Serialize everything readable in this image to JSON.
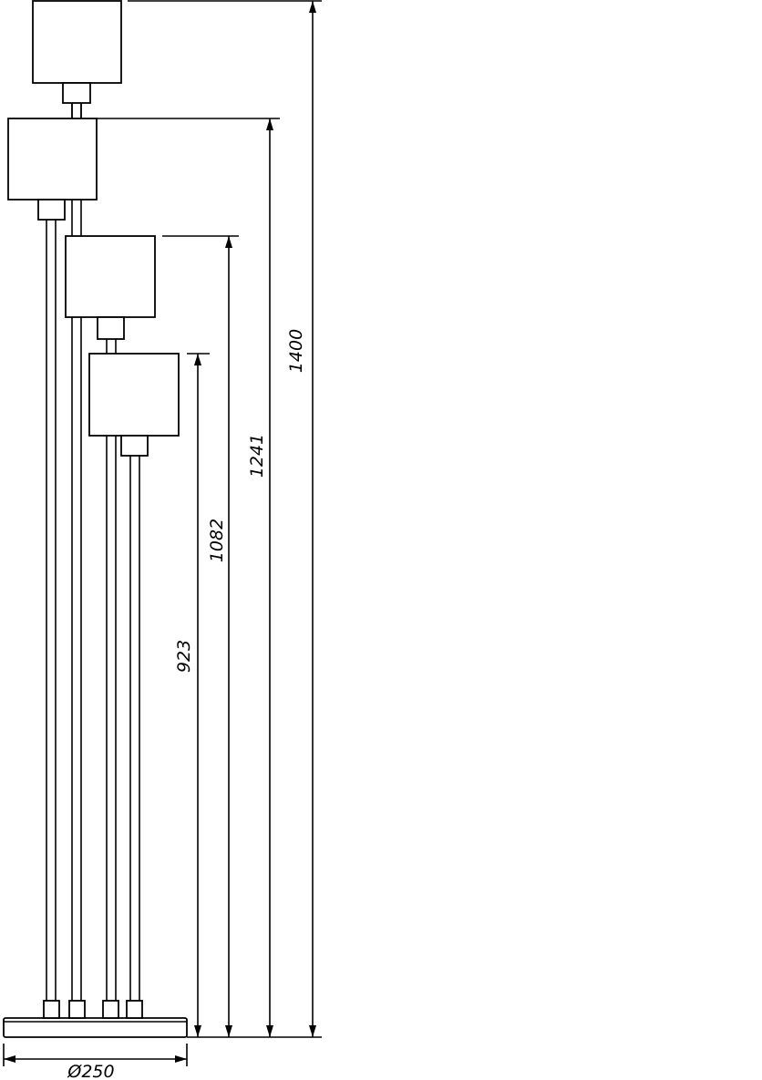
{
  "dimensions": {
    "height_lamp_4": "1400",
    "height_lamp_3": "1241",
    "height_lamp_2": "1082",
    "height_lamp_1": "923",
    "base_diameter": "Ø250"
  },
  "colors": {
    "line": "#000000",
    "background": "#ffffff"
  }
}
